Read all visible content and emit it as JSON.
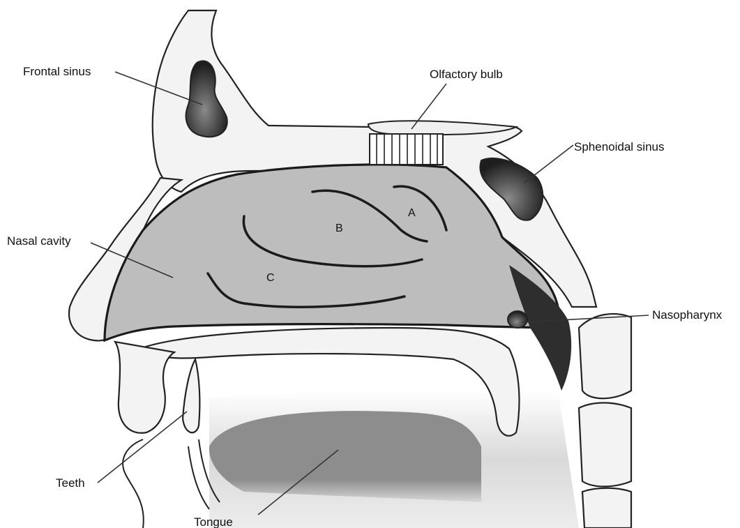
{
  "labels": {
    "frontal_sinus": "Frontal sinus",
    "olfactory_bulb": "Olfactory bulb",
    "sphenoidal_sinus": "Sphenoidal sinus",
    "nasal_cavity": "Nasal cavity",
    "nasopharynx": "Nasopharynx",
    "teeth": "Teeth",
    "tongue": "Tongue",
    "concha_a": "A",
    "concha_b": "B",
    "concha_c": "C"
  },
  "colors": {
    "cavity": "#bdbdbd",
    "bone": "#f3f3f3",
    "tongue": "#8c8c8c",
    "sinus_dark": "#3a3a3a",
    "outline": "#222222"
  }
}
